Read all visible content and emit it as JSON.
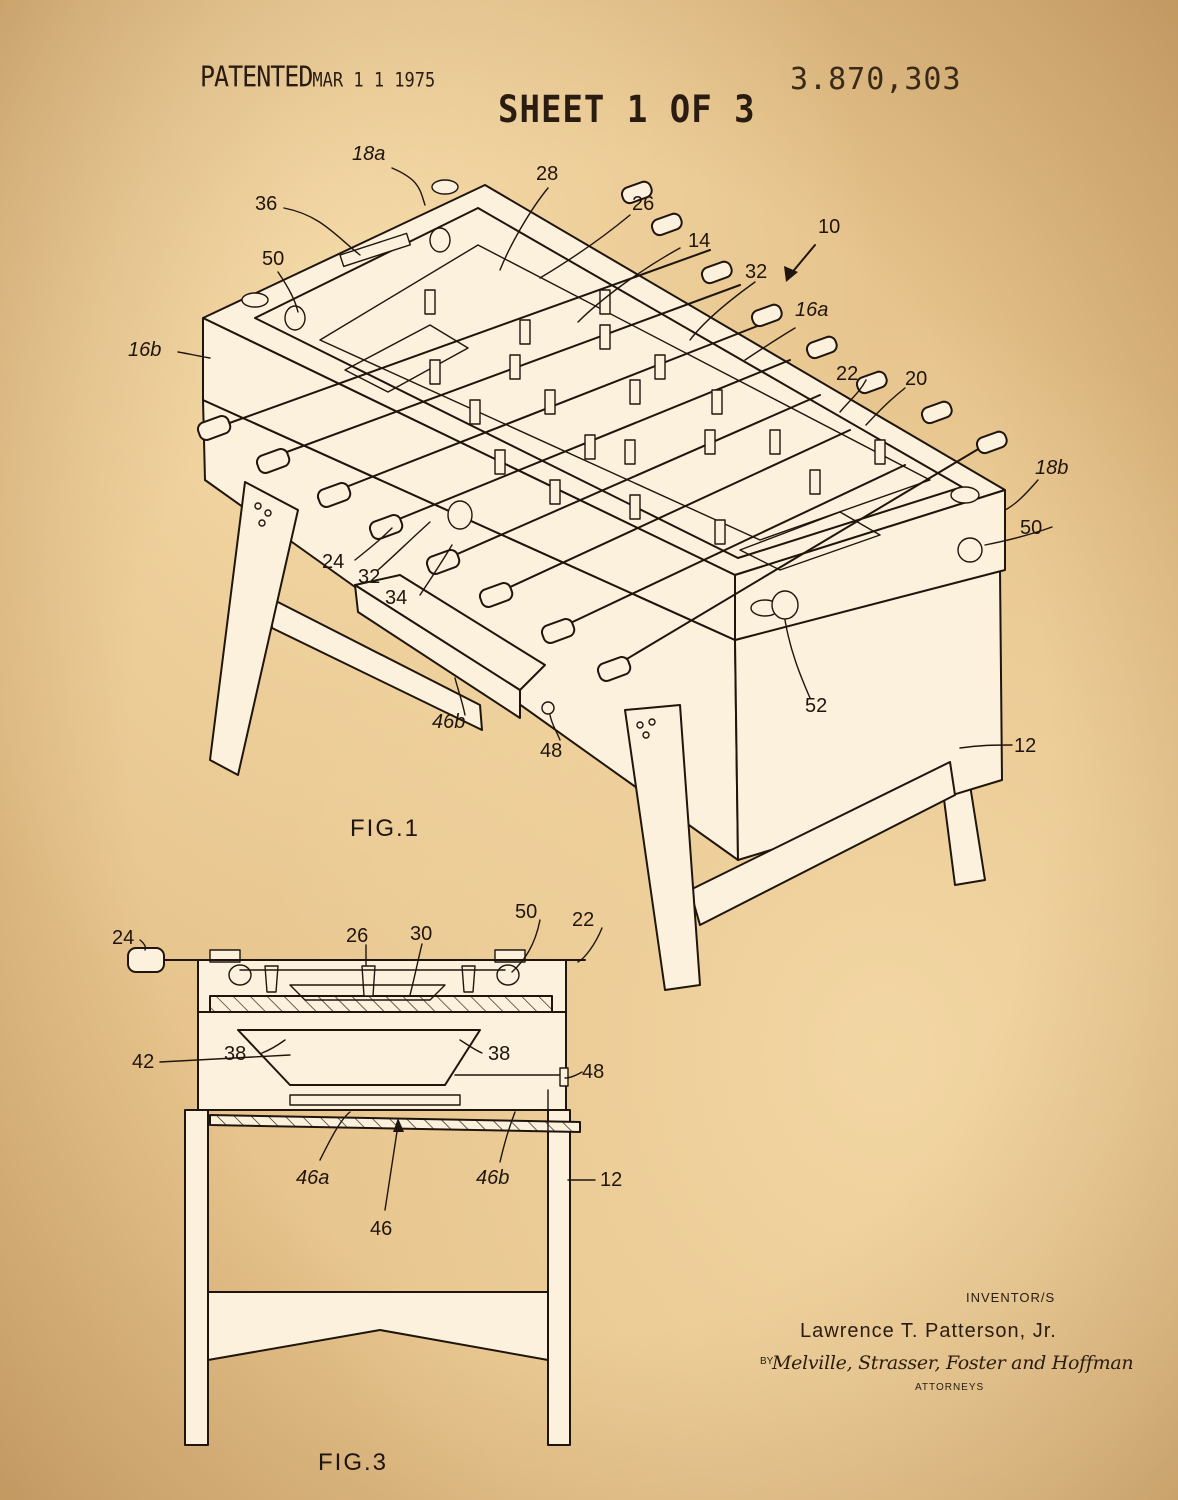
{
  "header": {
    "patented_label": "PATENTED",
    "patented_date": "MAR 1 1 1975",
    "patent_number": "3.870,303",
    "sheet": "SHEET 1 OF 3"
  },
  "figures": {
    "fig1_caption": "FIG.1",
    "fig3_caption": "FIG.3"
  },
  "fig1_labels": [
    "18a",
    "28",
    "36",
    "26",
    "10",
    "50",
    "14",
    "32",
    "16a",
    "16b",
    "22",
    "20",
    "18b",
    "50",
    "24",
    "32",
    "34",
    "52",
    "46b",
    "48",
    "12"
  ],
  "fig3_labels": [
    "24",
    "26",
    "30",
    "50",
    "22",
    "38",
    "38",
    "42",
    "48",
    "46a",
    "46b",
    "12",
    "46"
  ],
  "footer": {
    "inventor_heading": "INVENTOR/S",
    "inventor_name": "Lawrence T. Patterson, Jr.",
    "by": "BY",
    "attorneys_names": "Melville, Strasser, Foster and Hoffman",
    "attorneys_heading": "ATTORNEYS"
  },
  "colors": {
    "paper": "#e7c48d",
    "ink": "#1f150d",
    "drawing_fill": "#fbf1dc"
  }
}
